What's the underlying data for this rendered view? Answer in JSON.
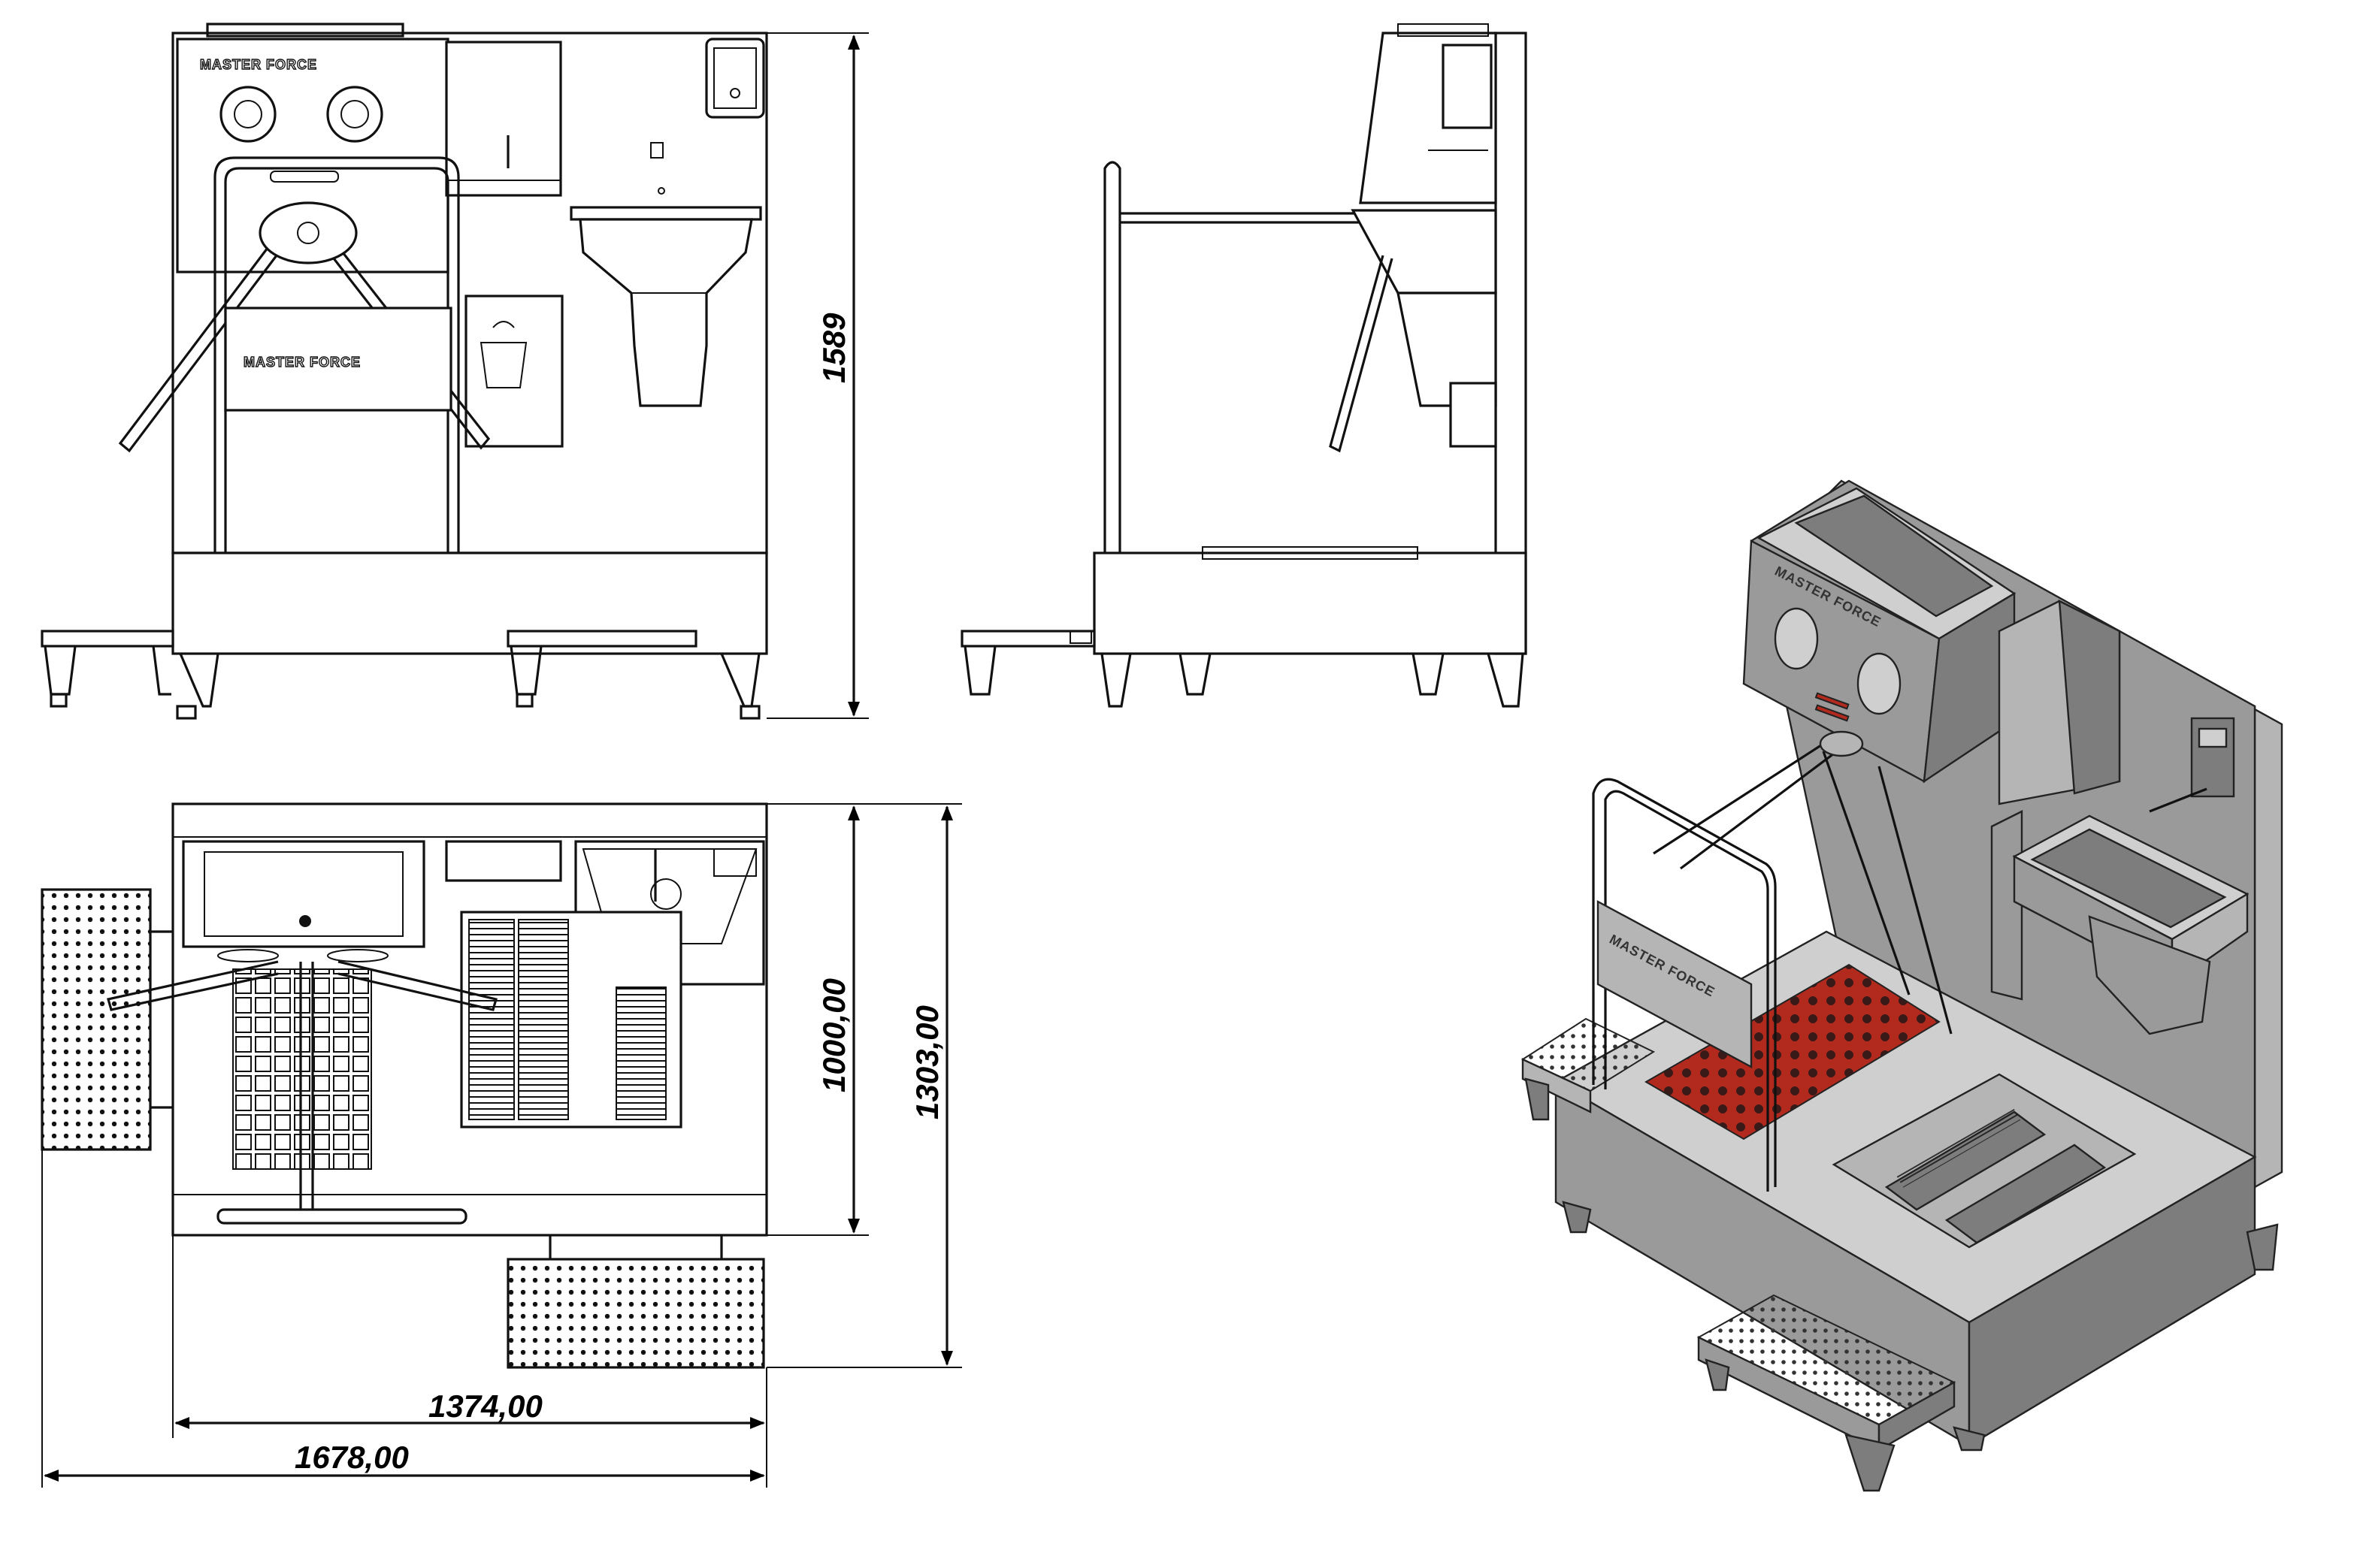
{
  "brand": {
    "logo_text": "MASTER FORCE"
  },
  "dimensions": {
    "height_front": "1589",
    "depth_base": "1000,00",
    "depth_total": "1303,00",
    "width_base": "1374,00",
    "width_total": "1678,00"
  },
  "colors": {
    "line": "#111111",
    "steel": "#9a9a9a",
    "mat": "#b22a1e"
  }
}
